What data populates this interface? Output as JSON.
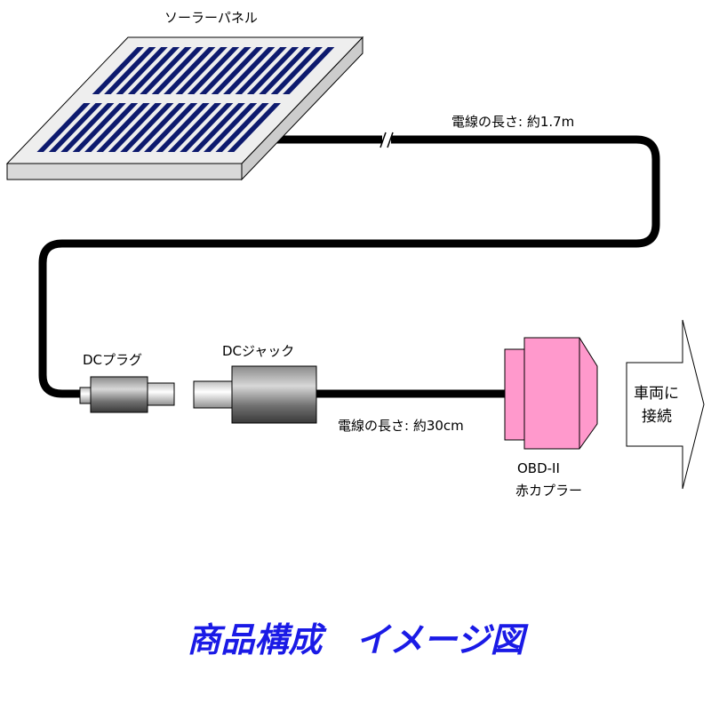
{
  "labels": {
    "solar_panel": "ソーラーパネル",
    "wire_long": "電線の長さ: 約1.7m",
    "dc_plug": "DCプラグ",
    "dc_jack": "DCジャック",
    "wire_short": "電線の長さ: 約30cm",
    "coupler_line1": "OBD-II",
    "coupler_line2": "赤カプラー",
    "vehicle_line1": "車両に",
    "vehicle_line2": "接続"
  },
  "title": "商品構成　イメージ図",
  "colors": {
    "title": "#1a1ae6",
    "cell": "#0d1a6e",
    "panel_frame": "#eeeeee",
    "cable": "#000000",
    "coupler": "#ff99cc",
    "connector_dark": "#555555",
    "connector_light": "#dddddd"
  }
}
